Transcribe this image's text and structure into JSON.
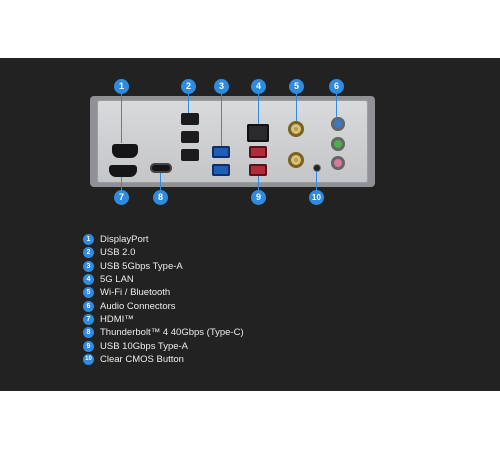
{
  "diagram": {
    "callouts": [
      "1",
      "2",
      "3",
      "4",
      "5",
      "6",
      "7",
      "8",
      "9",
      "10"
    ],
    "legend": [
      {
        "num": "1",
        "label": "DisplayPort"
      },
      {
        "num": "2",
        "label": "USB 2.0"
      },
      {
        "num": "3",
        "label": "USB 5Gbps Type-A"
      },
      {
        "num": "4",
        "label": "5G LAN"
      },
      {
        "num": "5",
        "label": "Wi-Fi / Bluetooth"
      },
      {
        "num": "6",
        "label": "Audio Connectors"
      },
      {
        "num": "7",
        "label": "HDMI™"
      },
      {
        "num": "8",
        "label": "Thunderbolt™ 4 40Gbps (Type-C)"
      },
      {
        "num": "9",
        "label": "USB 10Gbps Type-A"
      },
      {
        "num": "10",
        "label": "Clear CMOS Button"
      }
    ],
    "colors": {
      "accent": "#2f8be0",
      "background": "#222222"
    }
  }
}
